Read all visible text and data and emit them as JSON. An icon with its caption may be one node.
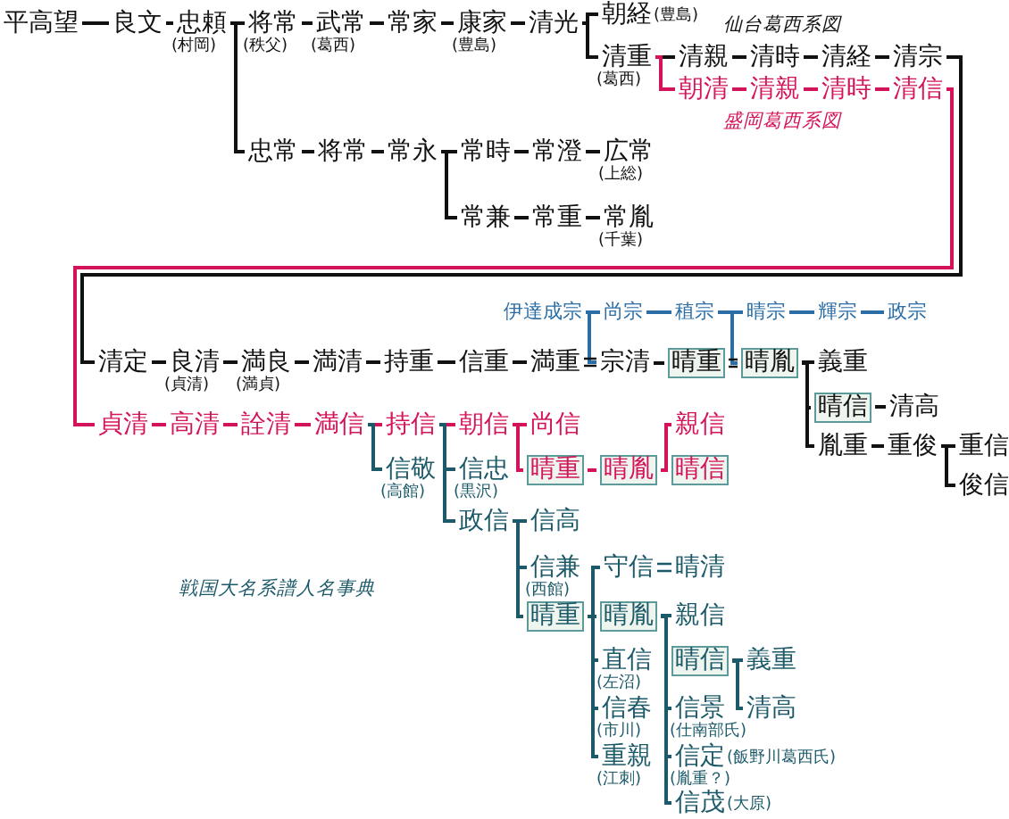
{
  "diagram": {
    "nodes": [
      {
        "text": [
          "平高望"
        ]
      },
      {
        "text": [
          "良文"
        ]
      },
      {
        "text": [
          "忠頼"
        ],
        "beside": [
          "(村岡)"
        ]
      },
      {
        "text": [
          "将常"
        ],
        "beside": [
          "(秩父)"
        ]
      },
      {
        "text": [
          "武常"
        ],
        "beside": [
          "(葛西)"
        ]
      },
      {
        "text": [
          "常家"
        ]
      },
      {
        "text": [
          "康家"
        ],
        "beside": [
          "(豊島)"
        ]
      },
      {
        "text": [
          "清光"
        ]
      },
      {
        "text": [
          "朝経"
        ],
        "beside": [
          "(豊島)"
        ]
      },
      {
        "text": [
          "清重"
        ],
        "beside": [
          "(葛西)"
        ]
      },
      {
        "text": [
          "清親"
        ]
      },
      {
        "text": [
          "清時"
        ]
      },
      {
        "text": [
          "清経"
        ]
      },
      {
        "text": [
          "清宗"
        ]
      },
      {
        "text": [
          "朝清"
        ]
      },
      {
        "text": [
          "清親"
        ]
      },
      {
        "text": [
          "清時"
        ]
      },
      {
        "text": [
          "清信"
        ]
      },
      {
        "text": [
          "忠常"
        ]
      },
      {
        "text": [
          "将常"
        ]
      },
      {
        "text": [
          "常永"
        ]
      },
      {
        "text": [
          "常時"
        ]
      },
      {
        "text": [
          "常澄"
        ]
      },
      {
        "text": [
          "広常"
        ],
        "beside": [
          "(上総)"
        ]
      },
      {
        "text": [
          "常兼"
        ]
      },
      {
        "text": [
          "常重"
        ]
      },
      {
        "text": [
          "常胤"
        ],
        "beside": [
          "(千葉)"
        ]
      },
      {
        "text": [
          "伊達成宗"
        ]
      },
      {
        "text": [
          "尚宗"
        ]
      },
      {
        "text": [
          "稙宗"
        ]
      },
      {
        "text": [
          "晴宗"
        ]
      },
      {
        "text": [
          "輝宗"
        ]
      },
      {
        "text": [
          "政宗"
        ]
      },
      {
        "text": [
          "清定"
        ]
      },
      {
        "text": [
          "良清"
        ],
        "beside": [
          "(貞清)"
        ]
      },
      {
        "text": [
          "満良"
        ],
        "beside": [
          "(満貞)"
        ]
      },
      {
        "text": [
          "満清"
        ]
      },
      {
        "text": [
          "持重"
        ]
      },
      {
        "text": [
          "信重"
        ]
      },
      {
        "text": [
          "満重"
        ]
      },
      {
        "text": [
          "宗清"
        ]
      },
      {
        "text": [
          "晴重"
        ]
      },
      {
        "text": [
          "晴胤"
        ]
      },
      {
        "text": [
          "義重"
        ]
      },
      {
        "text": [
          "晴信"
        ]
      },
      {
        "text": [
          "清高"
        ]
      },
      {
        "text": [
          "胤重"
        ]
      },
      {
        "text": [
          "重俊"
        ]
      },
      {
        "text": [
          "重信"
        ]
      },
      {
        "text": [
          "俊信"
        ]
      },
      {
        "text": [
          "貞清"
        ]
      },
      {
        "text": [
          "高清"
        ]
      },
      {
        "text": [
          "詮清"
        ]
      },
      {
        "text": [
          "満信"
        ]
      },
      {
        "text": [
          "持信"
        ]
      },
      {
        "text": [
          "朝信"
        ]
      },
      {
        "text": [
          "尚信"
        ]
      },
      {
        "text": [
          "晴重"
        ]
      },
      {
        "text": [
          "晴胤"
        ]
      },
      {
        "text": [
          "親信"
        ]
      },
      {
        "text": [
          "晴信"
        ]
      },
      {
        "text": [
          "信敬"
        ],
        "beside": [
          "(高館)"
        ]
      },
      {
        "text": [
          "信忠"
        ],
        "beside": [
          "(黒沢)"
        ]
      },
      {
        "text": [
          "政信"
        ]
      },
      {
        "text": [
          "信高"
        ]
      },
      {
        "text": [
          "信兼"
        ],
        "beside": [
          "(西館)"
        ]
      },
      {
        "text": [
          "晴重"
        ]
      },
      {
        "text": [
          "守信"
        ]
      },
      {
        "text": [
          "晴清"
        ]
      },
      {
        "text": [
          "晴胤"
        ]
      },
      {
        "text": [
          "直信"
        ],
        "beside": [
          "(左沼)"
        ]
      },
      {
        "text": [
          "信春"
        ],
        "beside": [
          "(市川)"
        ]
      },
      {
        "text": [
          "重親"
        ],
        "beside": [
          "(江刺)"
        ]
      },
      {
        "text": [
          "親信"
        ]
      },
      {
        "text": [
          "晴信"
        ]
      },
      {
        "text": [
          "義重"
        ]
      },
      {
        "text": [
          "清高"
        ]
      },
      {
        "text": [
          "信景"
        ],
        "beside": [
          "(仕南部氏)"
        ]
      },
      {
        "text": [
          "信定"
        ],
        "beside": [
          "(飯野川葛西氏)",
          "(胤重？)"
        ]
      },
      {
        "text": [
          "信茂"
        ],
        "beside": [
          "(大原)"
        ]
      }
    ],
    "edges": [
      {
        "from": 0,
        "to": 1,
        "arrow": "none"
      },
      {
        "from": 1,
        "to": 2,
        "arrow": "none"
      },
      {
        "from": 2,
        "to": 3,
        "arrow": "none"
      },
      {
        "from": 2,
        "to": 18,
        "arrow": "none"
      },
      {
        "from": 3,
        "to": 4,
        "arrow": "none"
      },
      {
        "from": 4,
        "to": 5,
        "arrow": "none"
      },
      {
        "from": 5,
        "to": 6,
        "arrow": "none"
      },
      {
        "from": 6,
        "to": 7,
        "arrow": "none"
      },
      {
        "from": 7,
        "to": 8,
        "arrow": "none"
      },
      {
        "from": 7,
        "to": 9,
        "arrow": "none"
      },
      {
        "from": 9,
        "to": 10,
        "arrow": "none"
      },
      {
        "from": 10,
        "to": 11,
        "arrow": "none"
      },
      {
        "from": 11,
        "to": 12,
        "arrow": "none"
      },
      {
        "from": 12,
        "to": 13,
        "arrow": "none"
      },
      {
        "from": 9,
        "to": 14,
        "arrow": "none",
        "color": "#d4145a"
      },
      {
        "from": 14,
        "to": 15,
        "arrow": "none",
        "color": "#d4145a"
      },
      {
        "from": 15,
        "to": 16,
        "arrow": "none",
        "color": "#d4145a"
      },
      {
        "from": 16,
        "to": 17,
        "arrow": "none",
        "color": "#d4145a"
      },
      {
        "from": 18,
        "to": 19,
        "arrow": "none"
      },
      {
        "from": 19,
        "to": 20,
        "arrow": "none"
      },
      {
        "from": 20,
        "to": 21,
        "arrow": "none"
      },
      {
        "from": 20,
        "to": 24,
        "arrow": "none"
      },
      {
        "from": 21,
        "to": 22,
        "arrow": "none"
      },
      {
        "from": 22,
        "to": 23,
        "arrow": "none"
      },
      {
        "from": 24,
        "to": 25,
        "arrow": "none"
      },
      {
        "from": 25,
        "to": 26,
        "arrow": "none"
      },
      {
        "from": 13,
        "to": 33,
        "arrow": "none"
      },
      {
        "from": 17,
        "to": 50,
        "arrow": "none",
        "color": "#d4145a"
      },
      {
        "from": 27,
        "to": 28,
        "arrow": "none",
        "color": "#2b6ea6"
      },
      {
        "from": 28,
        "to": 29,
        "arrow": "none",
        "color": "#2b6ea6"
      },
      {
        "from": 29,
        "to": 30,
        "arrow": "none",
        "color": "#2b6ea6"
      },
      {
        "from": 30,
        "to": 31,
        "arrow": "none",
        "color": "#2b6ea6"
      },
      {
        "from": 31,
        "to": 32,
        "arrow": "none",
        "color": "#2b6ea6"
      },
      {
        "from": 27,
        "to": 40,
        "arrow": "none",
        "color": "#2b6ea6"
      },
      {
        "from": 29,
        "to": 42,
        "arrow": "none",
        "color": "#2b6ea6"
      },
      {
        "from": 33,
        "to": 34,
        "arrow": "none"
      },
      {
        "from": 34,
        "to": 35,
        "arrow": "none"
      },
      {
        "from": 35,
        "to": 36,
        "arrow": "none"
      },
      {
        "from": 36,
        "to": 37,
        "arrow": "none"
      },
      {
        "from": 37,
        "to": 38,
        "arrow": "none"
      },
      {
        "from": 38,
        "to": 39,
        "arrow": "none"
      },
      {
        "from": 39,
        "to": 40,
        "arrow": "none"
      },
      {
        "from": 40,
        "to": 41,
        "arrow": "none"
      },
      {
        "from": 41,
        "to": 42,
        "arrow": "none"
      },
      {
        "from": 42,
        "to": 43,
        "arrow": "none"
      },
      {
        "from": 42,
        "to": 44,
        "arrow": "none"
      },
      {
        "from": 42,
        "to": 46,
        "arrow": "none"
      },
      {
        "from": 44,
        "to": 45,
        "arrow": "none"
      },
      {
        "from": 46,
        "to": 47,
        "arrow": "none"
      },
      {
        "from": 47,
        "to": 48,
        "arrow": "none"
      },
      {
        "from": 47,
        "to": 49,
        "arrow": "none"
      },
      {
        "from": 50,
        "to": 51,
        "arrow": "none",
        "color": "#d4145a"
      },
      {
        "from": 51,
        "to": 52,
        "arrow": "none",
        "color": "#d4145a"
      },
      {
        "from": 52,
        "to": 53,
        "arrow": "none",
        "color": "#d4145a"
      },
      {
        "from": 53,
        "to": 54,
        "arrow": "none",
        "color": "#d4145a"
      },
      {
        "from": 53,
        "to": 61,
        "arrow": "none",
        "color": "#1c5a6a"
      },
      {
        "from": 54,
        "to": 55,
        "arrow": "none",
        "color": "#d4145a"
      },
      {
        "from": 54,
        "to": 62,
        "arrow": "none",
        "color": "#1c5a6a"
      },
      {
        "from": 54,
        "to": 63,
        "arrow": "none",
        "color": "#1c5a6a"
      },
      {
        "from": 55,
        "to": 56,
        "arrow": "none",
        "color": "#d4145a"
      },
      {
        "from": 55,
        "to": 57,
        "arrow": "none",
        "color": "#d4145a"
      },
      {
        "from": 57,
        "to": 58,
        "arrow": "none",
        "color": "#d4145a"
      },
      {
        "from": 58,
        "to": 59,
        "arrow": "none",
        "color": "#d4145a"
      },
      {
        "from": 58,
        "to": 60,
        "arrow": "none",
        "color": "#d4145a"
      },
      {
        "from": 63,
        "to": 64,
        "arrow": "none",
        "color": "#1c5a6a"
      },
      {
        "from": 63,
        "to": 65,
        "arrow": "none",
        "color": "#1c5a6a"
      },
      {
        "from": 63,
        "to": 66,
        "arrow": "none",
        "color": "#1c5a6a"
      },
      {
        "from": 66,
        "to": 67,
        "arrow": "none",
        "color": "#1c5a6a"
      },
      {
        "from": 67,
        "to": 68,
        "arrow": "none",
        "color": "#1c5a6a"
      },
      {
        "from": 66,
        "to": 69,
        "arrow": "none",
        "color": "#1c5a6a"
      },
      {
        "from": 66,
        "to": 70,
        "arrow": "none",
        "color": "#1c5a6a"
      },
      {
        "from": 66,
        "to": 71,
        "arrow": "none",
        "color": "#1c5a6a"
      },
      {
        "from": 66,
        "to": 72,
        "arrow": "none",
        "color": "#1c5a6a"
      },
      {
        "from": 69,
        "to": 73,
        "arrow": "none",
        "color": "#1c5a6a"
      },
      {
        "from": 69,
        "to": 74,
        "arrow": "none",
        "color": "#1c5a6a"
      },
      {
        "from": 69,
        "to": 77,
        "arrow": "none",
        "color": "#1c5a6a"
      },
      {
        "from": 69,
        "to": 78,
        "arrow": "none",
        "color": "#1c5a6a"
      },
      {
        "from": 69,
        "to": 79,
        "arrow": "none",
        "color": "#1c5a6a"
      },
      {
        "from": 74,
        "to": 75,
        "arrow": "none",
        "color": "#1c5a6a"
      },
      {
        "from": 74,
        "to": 76,
        "arrow": "none",
        "color": "#1c5a6a"
      }
    ],
    "labels": [
      "仙台葛西系図",
      "盛岡葛西系図",
      "戦国大名系譜人名事典"
    ]
  }
}
